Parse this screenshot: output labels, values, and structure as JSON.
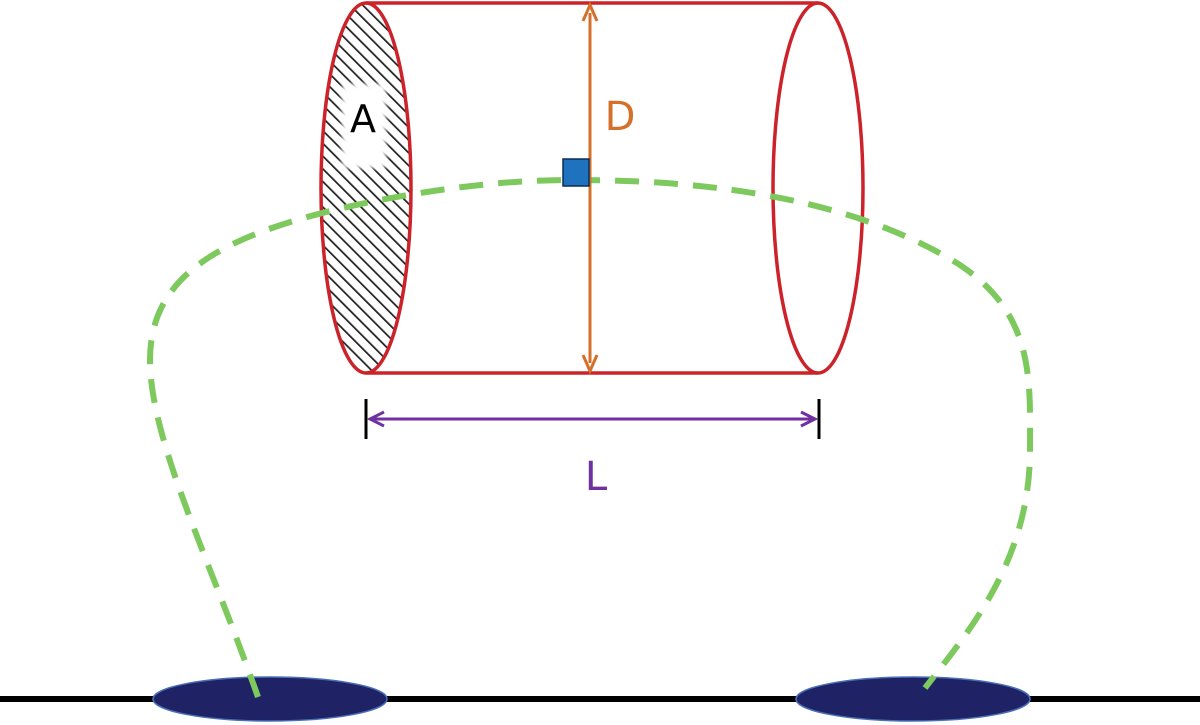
{
  "labels": {
    "area": "A",
    "diameter": "D",
    "length": "L"
  },
  "colors": {
    "cylinder_outline": "#cc2229",
    "diameter_arrow": "#d4702a",
    "length_arrow": "#7030a0",
    "field_line": "#7dc95e",
    "footpoint": "#1f2366",
    "center_marker": "#1f72bd",
    "baseline": "#000000",
    "hatch": "#222222"
  }
}
